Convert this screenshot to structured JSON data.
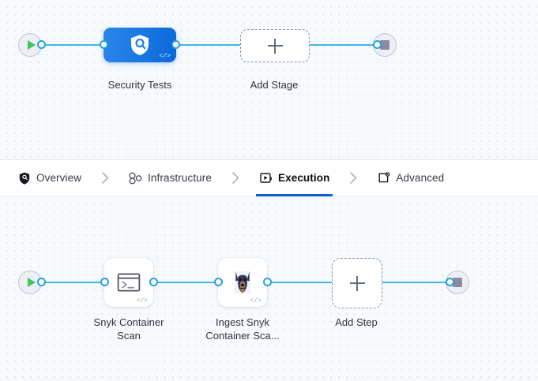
{
  "pipeline_editor": {
    "stage_graph": {
      "start_node": {
        "name": "start-node",
        "icon": "play-icon"
      },
      "end_node": {
        "name": "end-node",
        "icon": "stop-icon"
      },
      "stages": [
        {
          "label": "Security Tests",
          "icon": "shield-search-icon",
          "badge": "</>",
          "type": "stage"
        }
      ],
      "add_stage": {
        "label": "Add Stage",
        "icon": "plus-icon"
      }
    },
    "tabs": [
      {
        "label": "Overview",
        "icon": "shield-icon",
        "active": false
      },
      {
        "label": "Infrastructure",
        "icon": "cluster-nodes-icon",
        "active": false
      },
      {
        "label": "Execution",
        "icon": "play-box-icon",
        "active": true
      },
      {
        "label": "Advanced",
        "icon": "gear-box-icon",
        "active": false
      }
    ],
    "tab_separator_icon": "chevron-right-icon",
    "step_graph": {
      "start_node": {
        "name": "start-node",
        "icon": "play-icon"
      },
      "end_node": {
        "name": "end-node",
        "icon": "stop-icon"
      },
      "steps": [
        {
          "label": "Snyk Container\nScan",
          "icon": "terminal-icon",
          "badge": "</>"
        },
        {
          "label": "Ingest Snyk\nContainer Sca...",
          "icon": "doberman-icon",
          "badge": "</>"
        }
      ],
      "add_step": {
        "label": "Add Step",
        "icon": "plus-icon"
      }
    },
    "colors": {
      "accent_blue": "#0b5cd5",
      "edge_blue": "#41b5ea",
      "stage_blue": "#1a7ae4",
      "canvas_bg": "#f7fafc",
      "start_green": "#3ec65a",
      "stop_gray": "#8a8aa0"
    }
  }
}
